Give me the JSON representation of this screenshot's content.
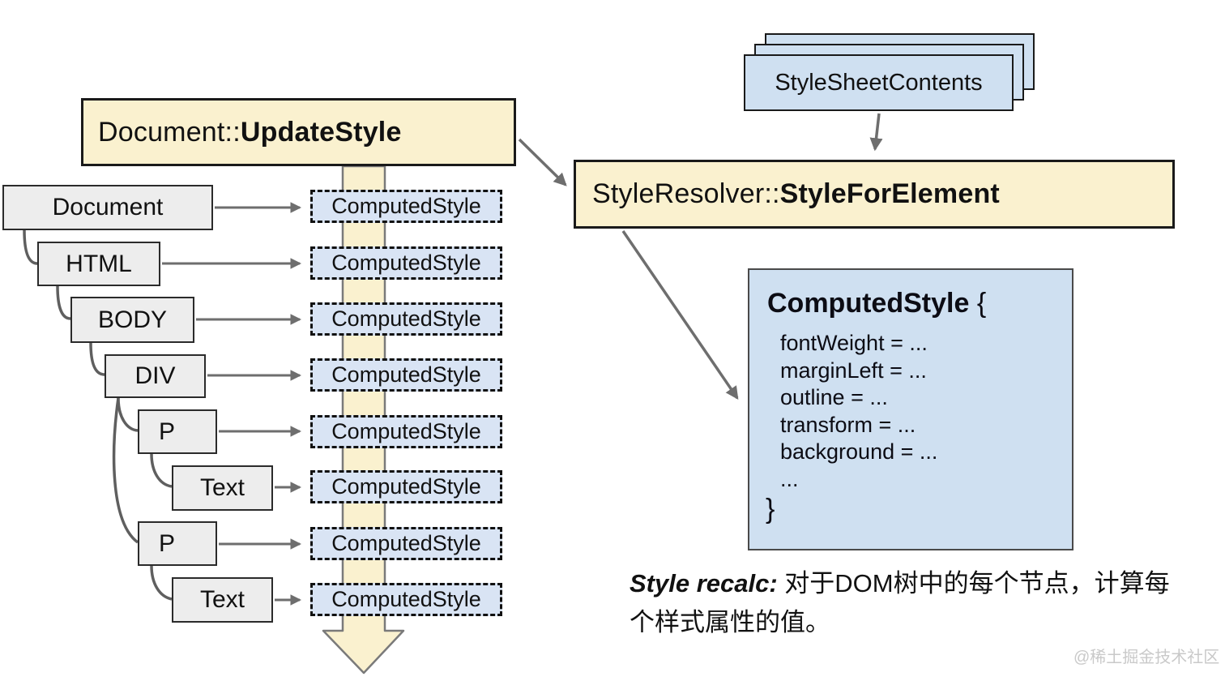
{
  "title_boxes": {
    "update_style": {
      "prefix": "Document::",
      "method": "UpdateStyle"
    },
    "style_resolver": {
      "prefix": "StyleResolver::",
      "method": "StyleForElement"
    }
  },
  "stylesheet_stack": {
    "label": "StyleSheetContents"
  },
  "dom_tree": {
    "nodes": [
      {
        "label": "Document"
      },
      {
        "label": "HTML"
      },
      {
        "label": "BODY"
      },
      {
        "label": "DIV"
      },
      {
        "label": "P"
      },
      {
        "label": "Text"
      },
      {
        "label": "P"
      },
      {
        "label": "Text"
      }
    ]
  },
  "computed_style_label": "ComputedStyle",
  "computed_style_detail": {
    "title": "ComputedStyle",
    "open_brace": "{",
    "properties_text": "fontWeight = ...\nmarginLeft = ...\noutline = ...\ntransform = ...\nbackground = ...\n...",
    "close_brace": "}"
  },
  "caption": {
    "lead": "Style recalc:",
    "line1_rest": " 对于DOM树中的每个节点，计算每",
    "line2": "个样式属性的值。"
  },
  "watermark": "@稀土掘金技术社区",
  "colors": {
    "yellow": "#FAF1CF",
    "blue": "#CFE0F1",
    "light_blue": "#D9E4F4",
    "gray": "#EDEDED",
    "arrow_gray": "#6E6E6E"
  }
}
